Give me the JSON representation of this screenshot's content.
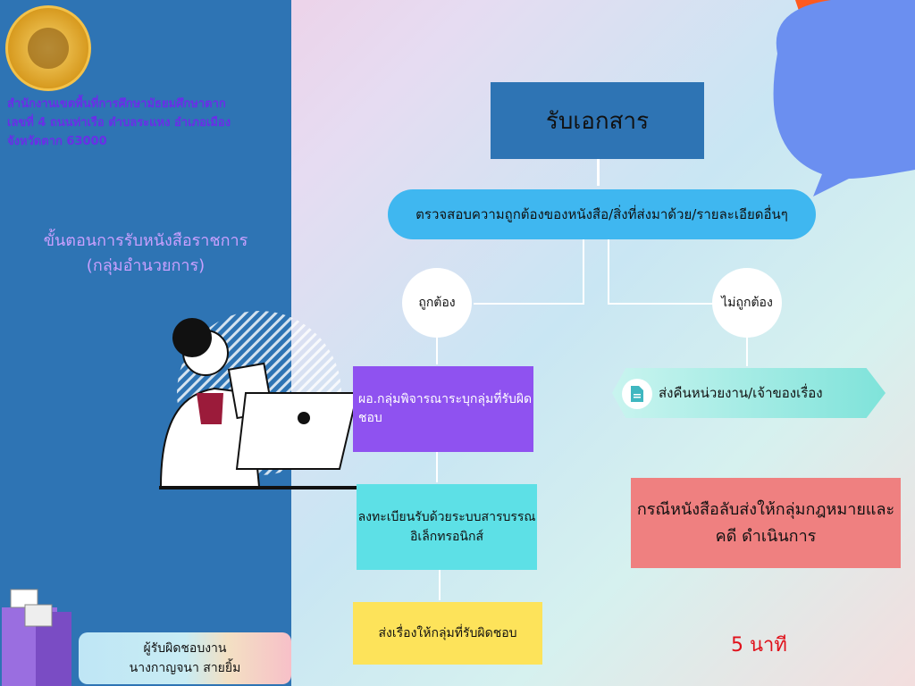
{
  "sidebar": {
    "org_lines": [
      "สำนักงานเขตพื้นที่การศึกษามัธยมศึกษาตาก",
      "เลขที่ 4 ถนนท่าเรือ ตำบลระแหง อำเภอเมือง",
      "จังหวัดตาก 63000"
    ],
    "title_lines": [
      "ขั้นตอนการรับหนังสือราชการ",
      "(กลุ่มอำนวยการ)"
    ],
    "responsible_label": "ผู้รับผิดชอบงาน",
    "responsible_name": "นางกาญจนา   สายยิ้ม"
  },
  "flow": {
    "receive": "รับเอกสาร",
    "check": "ตรวจสอบความถูกต้องของหนังสือ/สิ่งที่ส่งมาด้วย/รายละเอียดอื่นๆ",
    "correct": "ถูกต้อง",
    "incorrect": "ไม่ถูกต้อง",
    "step1": "ผอ.กลุ่มพิจารณาระบุกลุ่มที่รับผิดชอบ",
    "step2": "ลงทะเบียนรับด้วยระบบสารบรรณอิเล็กทรอนิกส์",
    "step3": "ส่งเรื่องให้กลุ่มที่รับผิดชอบ",
    "return": "ส่งคืนหน่วยงาน/เจ้าของเรื่อง",
    "secret": "กรณีหนังสือลับส่งให้กลุ่มกฎหมายและคดี ดำเนินการ",
    "time": "5  นาที"
  }
}
